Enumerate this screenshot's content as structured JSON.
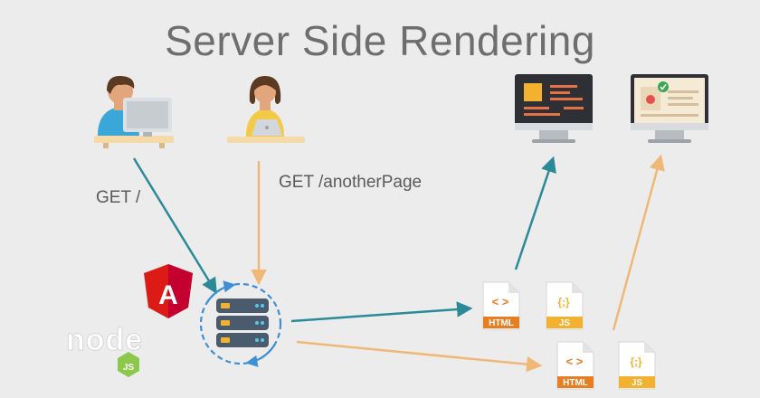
{
  "title": "Server Side Rendering",
  "requests": {
    "first": "GET /",
    "second": "GET /anotherPage"
  },
  "files": {
    "html_code": "< >",
    "html_label": "HTML",
    "js_code": "{;}",
    "js_label": "JS"
  },
  "logos": {
    "angular": "A",
    "node": "node",
    "node_js": "JS"
  },
  "colors": {
    "background": "#ececec",
    "teal_flow": "#2b8a98",
    "orange_flow": "#f0b878",
    "server_blue": "#3d8fd6",
    "angular_red": "#dd1b16",
    "node_green": "#8cc84b",
    "html_orange": "#e67e22",
    "js_yellow": "#f2b230"
  },
  "icons": [
    "user-at-desktop-icon",
    "user-at-laptop-icon",
    "server-stack-icon",
    "monitor-code-icon",
    "monitor-page-icon",
    "angular-logo-icon",
    "nodejs-logo-icon",
    "html-file-icon",
    "js-file-icon"
  ]
}
